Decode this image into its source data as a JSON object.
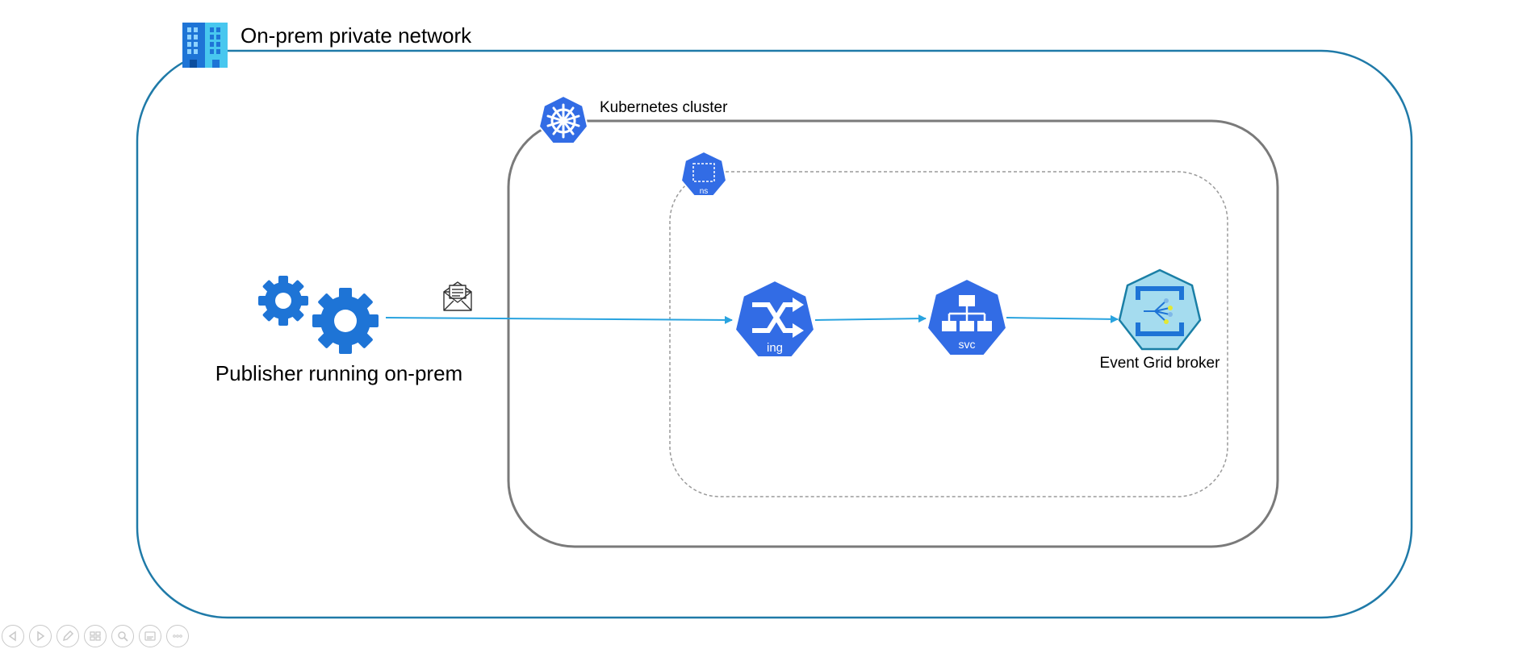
{
  "diagram": {
    "network": {
      "label": "On-prem private network",
      "icon": "building-icon",
      "border_color": "#1f7aa8"
    },
    "cluster": {
      "label": "Kubernetes cluster",
      "icon": "kubernetes-helm-icon",
      "border_color": "#7a7a7a"
    },
    "namespace": {
      "icon": "namespace-icon",
      "icon_text": "ns",
      "border_color": "#9a9a9a"
    },
    "publisher": {
      "label": "Publisher running on-prem",
      "icon": "gears-icon",
      "color": "#1e74d6"
    },
    "message": {
      "icon": "envelope-icon"
    },
    "ingress": {
      "icon": "ingress-icon",
      "icon_text": "ing"
    },
    "service": {
      "icon": "service-icon",
      "icon_text": "svc"
    },
    "broker": {
      "label": "Event Grid broker",
      "icon": "event-grid-icon"
    },
    "arrow_color": "#29a3df",
    "k8s_color": "#326ce5"
  },
  "toolbar": {
    "buttons": [
      "previous-slide-icon",
      "next-slide-icon",
      "pen-icon",
      "slides-grid-icon",
      "zoom-icon",
      "subtitles-icon",
      "more-options-icon"
    ]
  }
}
